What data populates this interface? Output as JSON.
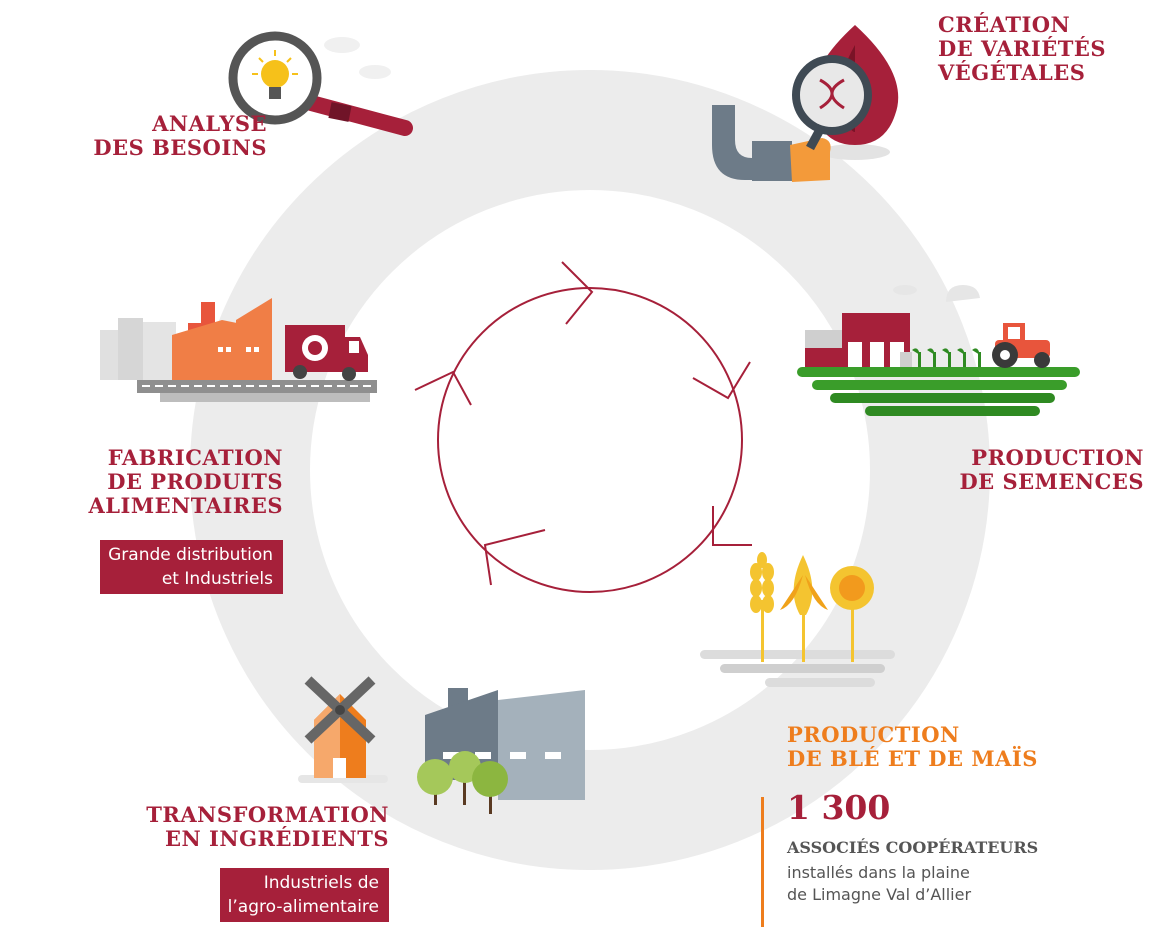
{
  "steps": {
    "analyse": {
      "line1": "ANALYSE",
      "line2": "DES BESOINS"
    },
    "creation": {
      "line1": "CRÉATION",
      "line2": "DE VARIÉTÉS",
      "line3": "VÉGÉTALES"
    },
    "semences": {
      "line1": "PRODUCTION",
      "line2": "DE SEMENCES"
    },
    "ble_mais": {
      "line1": "PRODUCTION",
      "line2": "DE BLÉ ET DE MAÏS"
    },
    "transformation": {
      "line1": "TRANSFORMATION",
      "line2": "EN INGRÉDIENTS",
      "tag_line1": "Industriels de",
      "tag_line2": "l’agro-alimentaire"
    },
    "fabrication": {
      "line1": "FABRICATION",
      "line2": "DE PRODUITS",
      "line3": "ALIMENTAIRES",
      "tag_line1": "Grande distribution",
      "tag_line2": "et Industriels"
    }
  },
  "stat": {
    "number": "1 300",
    "label": "ASSOCIÉS COOPÉRATEURS",
    "desc_line1": "installés dans la plaine",
    "desc_line2": "de Limagne Val d’Allier"
  },
  "colors": {
    "brand_red": "#a6203a",
    "orange": "#ee7d1d",
    "ring_gray": "#ececec",
    "field_green": "#3a9d2a"
  }
}
